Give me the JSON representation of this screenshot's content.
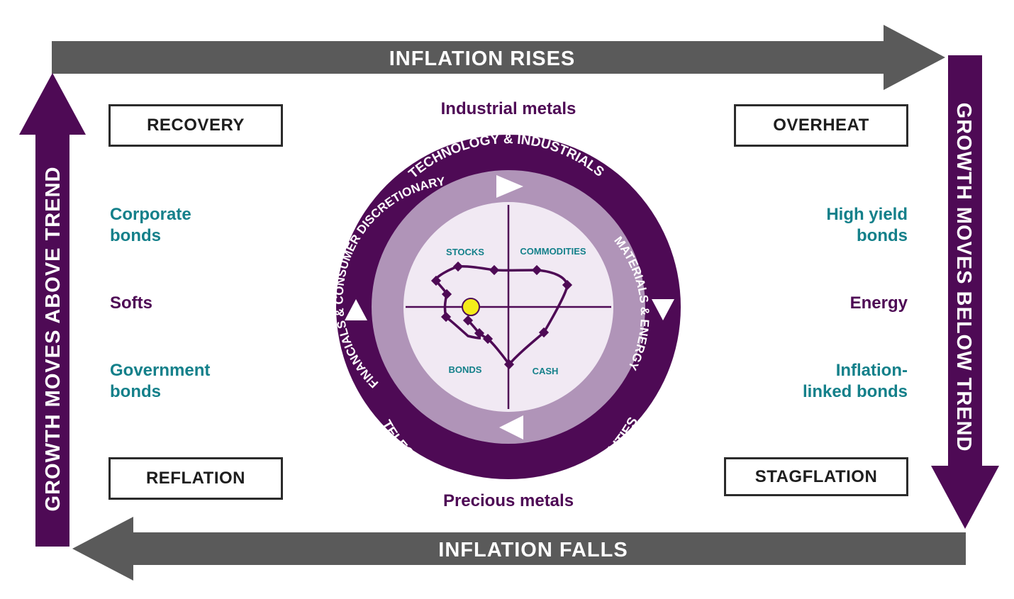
{
  "arrows": {
    "top": "INFLATION RISES",
    "bottom": "INFLATION FALLS",
    "left": "GROWTH MOVES ABOVE TREND",
    "right": "GROWTH MOVES BELOW TREND"
  },
  "phases": {
    "recovery": "RECOVERY",
    "overheat": "OVERHEAT",
    "reflation": "REFLATION",
    "stagflation": "STAGFLATION"
  },
  "assets_left": {
    "corporate_bonds": [
      "Corporate",
      "bonds"
    ],
    "softs": "Softs",
    "government_bonds": [
      "Government",
      "bonds"
    ]
  },
  "assets_right": {
    "high_yield_bonds": [
      "High yield",
      "bonds"
    ],
    "energy": "Energy",
    "inflation_linked_bonds": [
      "Inflation-",
      "linked bonds"
    ]
  },
  "center": {
    "top_label": "Industrial metals",
    "bottom_label": "Precious metals"
  },
  "wheel": {
    "outer_top": "TECHNOLOGY & INDUSTRIALS",
    "outer_bottom": "TELECOM, STAPLES, HEALTHCARE & UTILITIES",
    "inner_left": "FINANCIALS & CONSUMER DISCRETIONARY",
    "inner_right": "MATERIALS & ENERGY",
    "quadrants": {
      "top_left": "STOCKS",
      "top_right": "COMMODITIES",
      "bottom_left": "BONDS",
      "bottom_right": "CASH"
    }
  },
  "colors": {
    "plum": "#4e0a55",
    "lavender": "#b094b8",
    "lavender_light": "#f1e9f3",
    "gray_arrow": "#5a5a5a",
    "teal": "#14808a",
    "marker": "#f4ec1a"
  }
}
